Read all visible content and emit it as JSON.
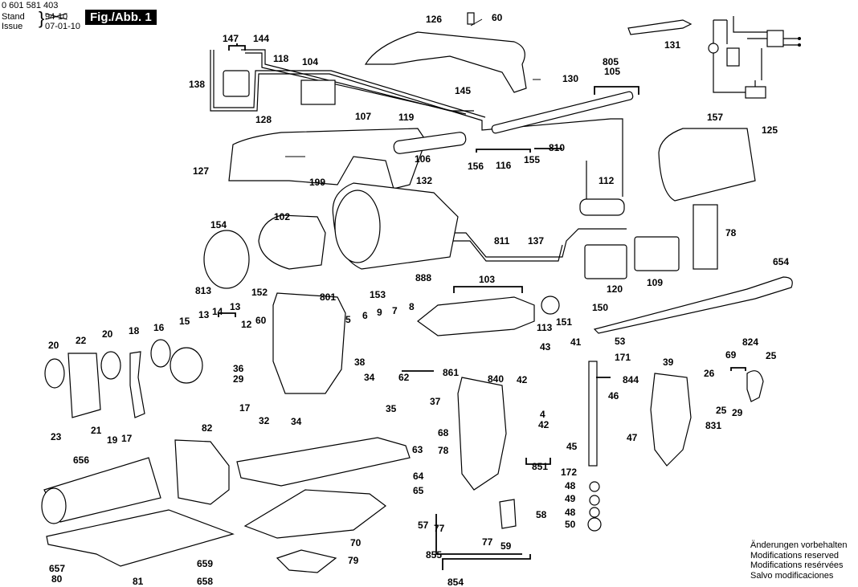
{
  "header": {
    "part_number": "0 601 581 403",
    "stand_label": "Stand",
    "stand_value_struck": "94-10",
    "issue_label": "Issue",
    "issue_value": "07-01-10",
    "figure_label": "Fig./Abb. 1"
  },
  "footer_notes": [
    "Änderungen vorbehalten",
    "Modifications reserved",
    "Modifications resérvées",
    "Salvo modificaciones"
  ],
  "part_labels": [
    {
      "id": "126",
      "text": "126"
    },
    {
      "id": "60a",
      "text": "60"
    },
    {
      "id": "131",
      "text": "131"
    },
    {
      "id": "147",
      "text": "147"
    },
    {
      "id": "144",
      "text": "144"
    },
    {
      "id": "118",
      "text": "118"
    },
    {
      "id": "104",
      "text": "104"
    },
    {
      "id": "138",
      "text": "138"
    },
    {
      "id": "128",
      "text": "128"
    },
    {
      "id": "130",
      "text": "130"
    },
    {
      "id": "805",
      "text": "805"
    },
    {
      "id": "105",
      "text": "105"
    },
    {
      "id": "145",
      "text": "145"
    },
    {
      "id": "107",
      "text": "107"
    },
    {
      "id": "119",
      "text": "119"
    },
    {
      "id": "106",
      "text": "106"
    },
    {
      "id": "810",
      "text": "810"
    },
    {
      "id": "156",
      "text": "156"
    },
    {
      "id": "116",
      "text": "116"
    },
    {
      "id": "155",
      "text": "155"
    },
    {
      "id": "157",
      "text": "157"
    },
    {
      "id": "125",
      "text": "125"
    },
    {
      "id": "127",
      "text": "127"
    },
    {
      "id": "132",
      "text": "132"
    },
    {
      "id": "199",
      "text": "199"
    },
    {
      "id": "112",
      "text": "112"
    },
    {
      "id": "154",
      "text": "154"
    },
    {
      "id": "102",
      "text": "102"
    },
    {
      "id": "811",
      "text": "811"
    },
    {
      "id": "137",
      "text": "137"
    },
    {
      "id": "78a",
      "text": "78"
    },
    {
      "id": "152",
      "text": "152"
    },
    {
      "id": "888",
      "text": "888"
    },
    {
      "id": "120",
      "text": "120"
    },
    {
      "id": "109",
      "text": "109"
    },
    {
      "id": "654",
      "text": "654"
    },
    {
      "id": "813",
      "text": "813"
    },
    {
      "id": "153",
      "text": "153"
    },
    {
      "id": "801",
      "text": "801"
    },
    {
      "id": "103",
      "text": "103"
    },
    {
      "id": "14",
      "text": "14"
    },
    {
      "id": "13a",
      "text": "13"
    },
    {
      "id": "13b",
      "text": "13"
    },
    {
      "id": "5",
      "text": "5"
    },
    {
      "id": "6",
      "text": "6"
    },
    {
      "id": "9",
      "text": "9"
    },
    {
      "id": "7",
      "text": "7"
    },
    {
      "id": "8",
      "text": "8"
    },
    {
      "id": "113",
      "text": "113"
    },
    {
      "id": "151",
      "text": "151"
    },
    {
      "id": "150",
      "text": "150"
    },
    {
      "id": "15",
      "text": "15"
    },
    {
      "id": "12",
      "text": "12"
    },
    {
      "id": "60b",
      "text": "60"
    },
    {
      "id": "20a",
      "text": "20"
    },
    {
      "id": "22",
      "text": "22"
    },
    {
      "id": "20b",
      "text": "20"
    },
    {
      "id": "18",
      "text": "18"
    },
    {
      "id": "16",
      "text": "16"
    },
    {
      "id": "36",
      "text": "36"
    },
    {
      "id": "29a",
      "text": "29"
    },
    {
      "id": "38",
      "text": "38"
    },
    {
      "id": "62",
      "text": "62"
    },
    {
      "id": "861",
      "text": "861"
    },
    {
      "id": "53",
      "text": "53"
    },
    {
      "id": "43",
      "text": "43"
    },
    {
      "id": "41",
      "text": "41"
    },
    {
      "id": "171",
      "text": "171"
    },
    {
      "id": "824",
      "text": "824"
    },
    {
      "id": "39",
      "text": "39"
    },
    {
      "id": "69",
      "text": "69"
    },
    {
      "id": "25a",
      "text": "25"
    },
    {
      "id": "840",
      "text": "840"
    },
    {
      "id": "42a",
      "text": "42"
    },
    {
      "id": "844",
      "text": "844"
    },
    {
      "id": "26",
      "text": "26"
    },
    {
      "id": "34a",
      "text": "34"
    },
    {
      "id": "17a",
      "text": "17"
    },
    {
      "id": "37",
      "text": "37"
    },
    {
      "id": "46",
      "text": "46"
    },
    {
      "id": "32",
      "text": "32"
    },
    {
      "id": "35",
      "text": "35"
    },
    {
      "id": "34b",
      "text": "34"
    },
    {
      "id": "4",
      "text": "4"
    },
    {
      "id": "68",
      "text": "68"
    },
    {
      "id": "42b",
      "text": "42"
    },
    {
      "id": "47",
      "text": "47"
    },
    {
      "id": "25b",
      "text": "25"
    },
    {
      "id": "29b",
      "text": "29"
    },
    {
      "id": "831",
      "text": "831"
    },
    {
      "id": "21",
      "text": "21"
    },
    {
      "id": "23",
      "text": "23"
    },
    {
      "id": "19",
      "text": "19"
    },
    {
      "id": "17b",
      "text": "17"
    },
    {
      "id": "82",
      "text": "82"
    },
    {
      "id": "63",
      "text": "63"
    },
    {
      "id": "78b",
      "text": "78"
    },
    {
      "id": "45",
      "text": "45"
    },
    {
      "id": "851",
      "text": "851"
    },
    {
      "id": "656",
      "text": "656"
    },
    {
      "id": "172",
      "text": "172"
    },
    {
      "id": "64",
      "text": "64"
    },
    {
      "id": "48a",
      "text": "48"
    },
    {
      "id": "65",
      "text": "65"
    },
    {
      "id": "49",
      "text": "49"
    },
    {
      "id": "58",
      "text": "58"
    },
    {
      "id": "48b",
      "text": "48"
    },
    {
      "id": "57",
      "text": "57"
    },
    {
      "id": "77a",
      "text": "77"
    },
    {
      "id": "50",
      "text": "50"
    },
    {
      "id": "70",
      "text": "70"
    },
    {
      "id": "77b",
      "text": "77"
    },
    {
      "id": "59",
      "text": "59"
    },
    {
      "id": "855",
      "text": "855"
    },
    {
      "id": "657",
      "text": "657"
    },
    {
      "id": "80",
      "text": "80"
    },
    {
      "id": "659",
      "text": "659"
    },
    {
      "id": "79",
      "text": "79"
    },
    {
      "id": "81",
      "text": "81"
    },
    {
      "id": "658",
      "text": "658"
    },
    {
      "id": "854",
      "text": "854"
    }
  ]
}
